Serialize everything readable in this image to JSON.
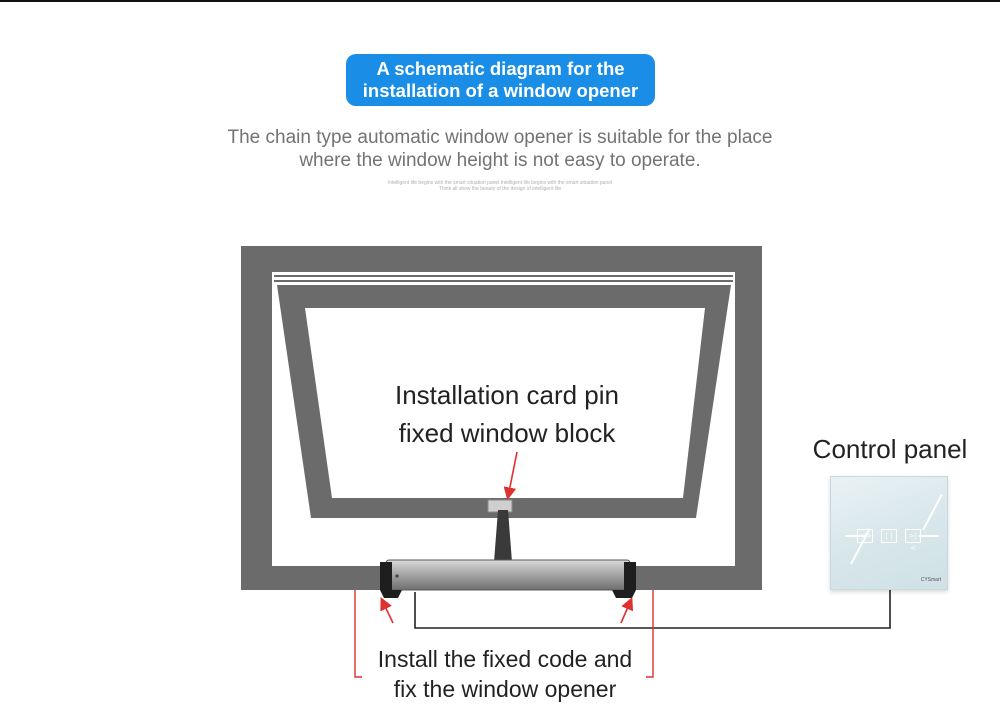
{
  "header": {
    "title_line1": "A schematic diagram for the",
    "title_line2": "installation of a window opener",
    "subtitle_line1": "The chain type automatic window opener is suitable for the place",
    "subtitle_line2": "where the window height is not easy to operate.",
    "fine_line1": "Intelligent life begins with the smart situation panel Intelligent life begins with the smart situation panel",
    "fine_line2": "Think all show the beauty of the design of intelligent life"
  },
  "labels": {
    "card_pin_line1": "Installation card pin",
    "card_pin_line2": "fixed window block",
    "control_panel": "Control panel",
    "install_line1": "Install the fixed code and",
    "install_line2": "fix the window opener"
  },
  "panel": {
    "brand": "CYSmart",
    "buttons": [
      "<|>",
      "| |",
      ">|<"
    ]
  },
  "colors": {
    "accent_blue": "#1a8ee6",
    "frame_gray": "#6b6b6b",
    "arrow_red": "#e03030"
  }
}
